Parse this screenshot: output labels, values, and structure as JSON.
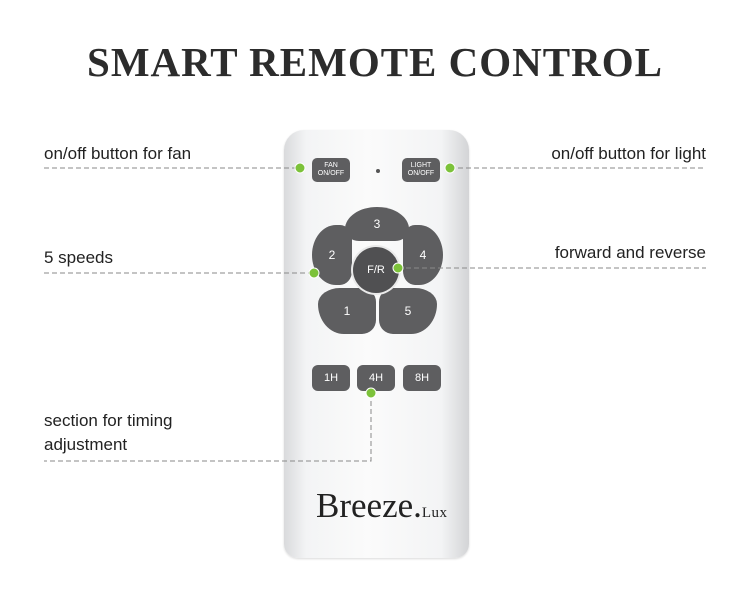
{
  "title": "SMART REMOTE CONTROL",
  "buttons": {
    "fan": [
      "FAN",
      "ON/OFF"
    ],
    "light": [
      "LIGHT",
      "ON/OFF"
    ],
    "speeds": {
      "s1": "1",
      "s2": "2",
      "s3": "3",
      "s4": "4",
      "s5": "5"
    },
    "forward_reverse": "F/R",
    "timers": {
      "t1": "1H",
      "t4": "4H",
      "t8": "8H"
    }
  },
  "brand": {
    "main": "Breeze.",
    "sub": "Lux"
  },
  "labels": {
    "fan_button": "on/off button for fan",
    "light_button": "on/off button for light",
    "speeds": "5 speeds",
    "forward_reverse": "forward and reverse",
    "timing_line1": "section for timing",
    "timing_line2": "adjustment"
  },
  "colors": {
    "button": "#5e5e60",
    "callout_dot": "#7cc23a",
    "callout_line": "#8a8a8a"
  }
}
